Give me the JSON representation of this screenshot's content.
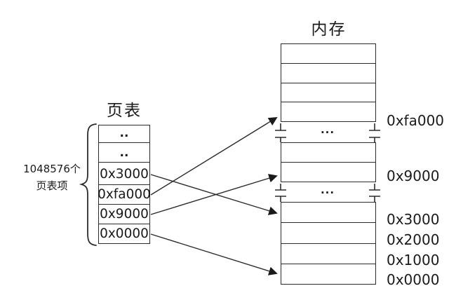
{
  "page_table": {
    "title": "页表",
    "count_label": {
      "line1": "1048576个",
      "line2": "页表项"
    },
    "entries": [
      "..",
      "..",
      "0x3000",
      "0xfa000",
      "0x9000",
      "0x0000"
    ]
  },
  "memory": {
    "title": "内存",
    "ellipsis": "...",
    "address_labels": [
      "0xfa000",
      "0x9000",
      "0x3000",
      "0x2000",
      "0x1000",
      "0x0000"
    ]
  },
  "mappings": [
    {
      "page_table_entry": "0x3000",
      "memory_frame": "0x3000"
    },
    {
      "page_table_entry": "0xfa000",
      "memory_frame": "0xfa000"
    },
    {
      "page_table_entry": "0x9000",
      "memory_frame": "0x9000"
    },
    {
      "page_table_entry": "0x0000",
      "memory_frame": "0x0000"
    }
  ],
  "colors": {
    "line": "#2b2b2b",
    "text": "#1a1a1a",
    "background": "#ffffff"
  }
}
